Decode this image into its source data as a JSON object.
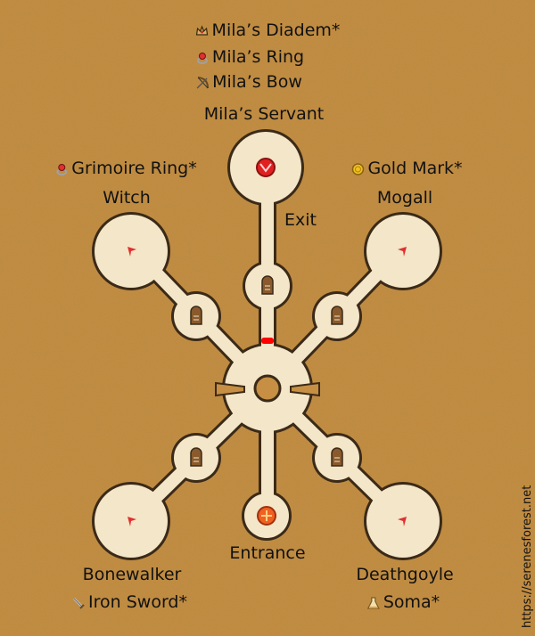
{
  "map": {
    "rooms": {
      "servant": "Mila’s Servant",
      "witch": "Witch",
      "mogall": "Mogall",
      "exit": "Exit",
      "entrance": "Entrance",
      "bonewalker": "Bonewalker",
      "deathgoyle": "Deathgoyle"
    },
    "items": {
      "diadem": "Mila’s Diadem*",
      "ring": "Mila’s Ring",
      "bow": "Mila’s Bow",
      "grimoire": "Grimoire Ring*",
      "gold": "Gold Mark*",
      "sword": "Iron Sword*",
      "soma": "Soma*"
    },
    "icons": {
      "diadem": "diadem-icon",
      "ring": "ring-icon",
      "bow": "bow-icon",
      "grimoire": "ring-icon",
      "gold": "gold-coin-icon",
      "sword": "sword-icon",
      "soma": "potion-icon"
    },
    "colors": {
      "ground": "#c68f43",
      "floor": "#f4e6c8",
      "outline": "#3b2a18",
      "marker_red": "#e02020",
      "exit_marker": "#ff0000"
    }
  },
  "watermark": "https://serenesforest.net"
}
